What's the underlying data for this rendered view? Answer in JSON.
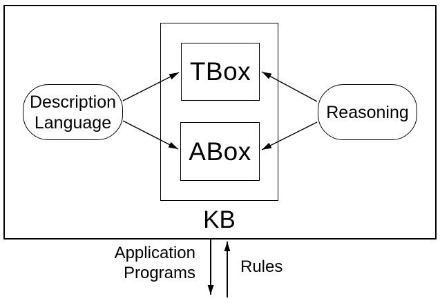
{
  "nodes": {
    "kb": {
      "label": "KB"
    },
    "tbox": {
      "label": "TBox"
    },
    "abox": {
      "label": "ABox"
    },
    "description_language": {
      "line1": "Description",
      "line2": "Language"
    },
    "reasoning": {
      "label": "Reasoning"
    }
  },
  "external_labels": {
    "application_programs": {
      "line1": "Application",
      "line2": "Programs"
    },
    "rules": {
      "label": "Rules"
    }
  },
  "edges": [
    {
      "from": "description_language",
      "to": "tbox"
    },
    {
      "from": "description_language",
      "to": "abox"
    },
    {
      "from": "reasoning",
      "to": "tbox"
    },
    {
      "from": "reasoning",
      "to": "abox"
    },
    {
      "from": "kb",
      "to": "application_programs",
      "direction": "down"
    },
    {
      "from": "rules",
      "to": "kb",
      "direction": "up"
    }
  ],
  "colors": {
    "line": "#000000",
    "background": "#ffffff",
    "text": "#000000"
  }
}
